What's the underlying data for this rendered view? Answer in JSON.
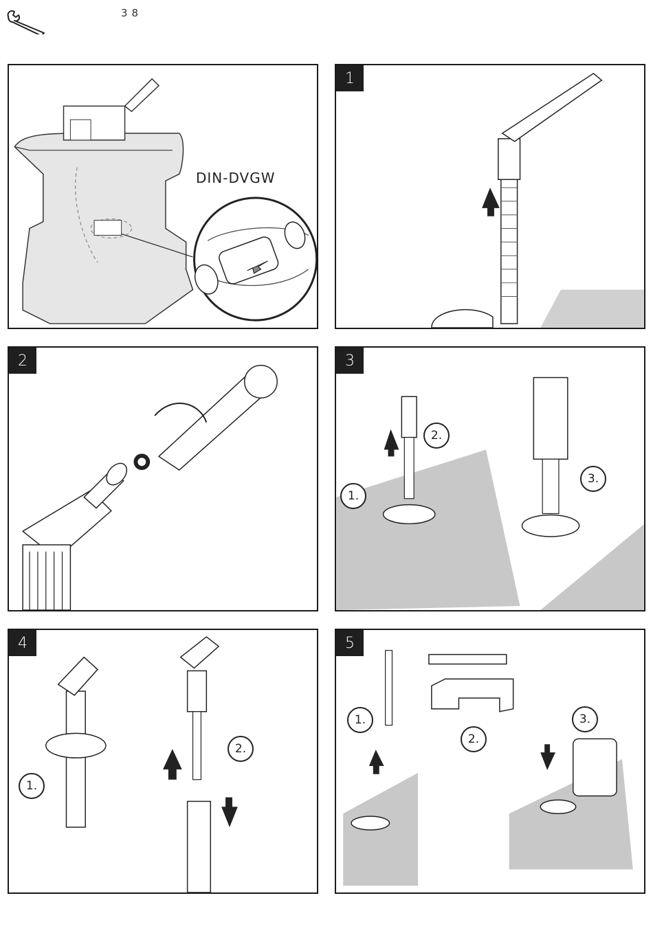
{
  "header": {
    "page_number": "38",
    "icon": "wrench-icon"
  },
  "panels": {
    "p0": {
      "label": "DIN-DVGW"
    },
    "p1": {
      "step": "1"
    },
    "p2": {
      "step": "2"
    },
    "p3": {
      "step": "3",
      "callouts": [
        "1.",
        "2.",
        "3."
      ]
    },
    "p4": {
      "step": "4",
      "callouts": [
        "1.",
        "2."
      ]
    },
    "p5": {
      "step": "5",
      "callouts": [
        "1.",
        "2.",
        "3."
      ]
    }
  },
  "colors": {
    "frame": "#1a1a1a",
    "surface": "#c8c8c8",
    "shade": "#9a9a9a",
    "badge": "#1f1f1f"
  }
}
